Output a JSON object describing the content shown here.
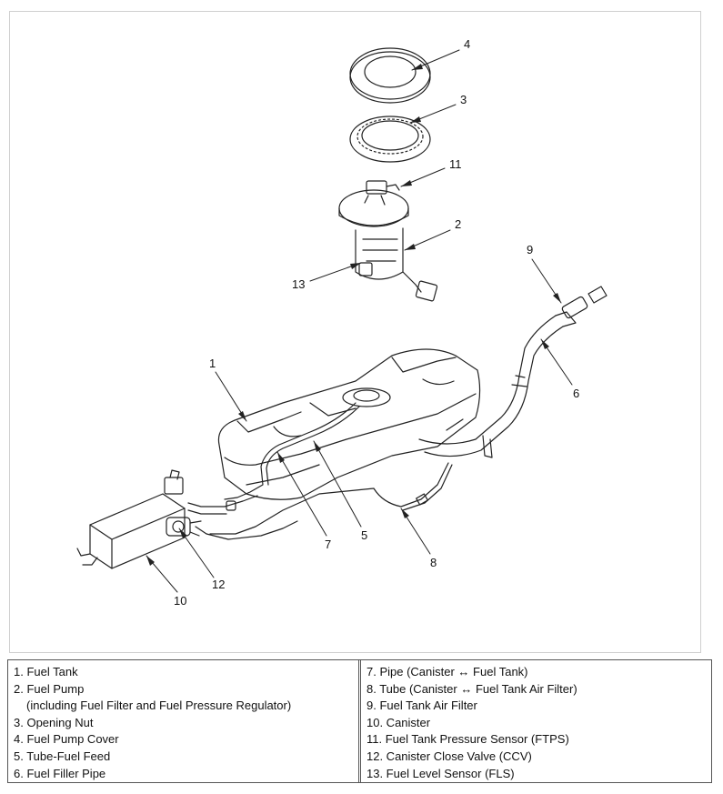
{
  "diagram": {
    "callouts": [
      "1",
      "2",
      "3",
      "4",
      "5",
      "6",
      "7",
      "8",
      "9",
      "10",
      "11",
      "12",
      "13"
    ]
  },
  "legend": {
    "left": [
      {
        "text": "1. Fuel Tank"
      },
      {
        "text": "2. Fuel Pump"
      },
      {
        "text": "(including Fuel Filter and Fuel Pressure Regulator)",
        "sub": true
      },
      {
        "text": "3. Opening Nut"
      },
      {
        "text": "4. Fuel Pump Cover"
      },
      {
        "text": "5. Tube-Fuel Feed"
      },
      {
        "text": "6. Fuel Filler Pipe"
      }
    ],
    "right": [
      {
        "text": "7. Pipe (Canister ↔ Fuel Tank)"
      },
      {
        "text": "8. Tube (Canister ↔ Fuel Tank Air Filter)"
      },
      {
        "text": "9. Fuel Tank Air Filter"
      },
      {
        "text": "10. Canister"
      },
      {
        "text": "11. Fuel Tank Pressure Sensor (FTPS)"
      },
      {
        "text": "12. Canister Close Valve (CCV)"
      },
      {
        "text": "13. Fuel Level Sensor (FLS)"
      }
    ]
  }
}
